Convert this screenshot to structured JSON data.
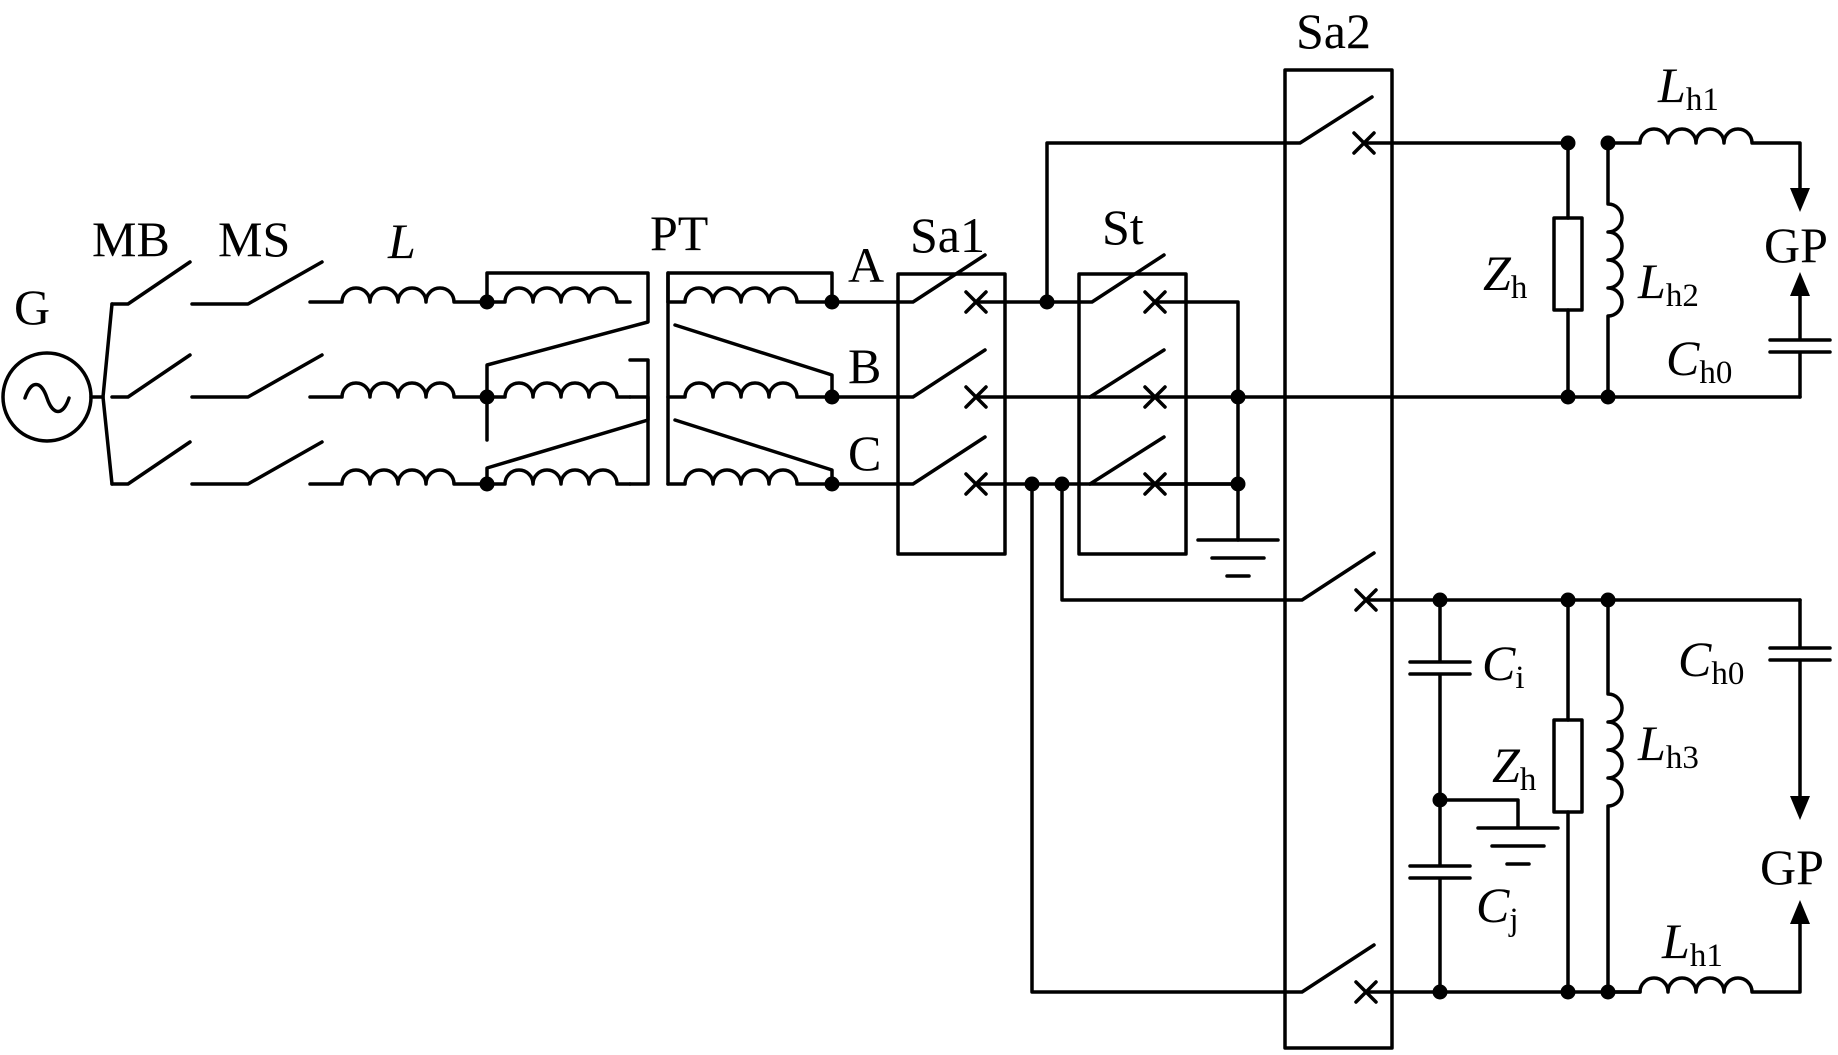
{
  "diagram": {
    "labels": {
      "generator": "G",
      "mb": "MB",
      "ms": "MS",
      "l": "L",
      "pt": "PT",
      "phase_a": "A",
      "phase_b": "B",
      "phase_c": "C",
      "sa1": "Sa1",
      "st": "St",
      "sa2": "Sa2"
    },
    "upper_branch": {
      "lh1": {
        "main": "L",
        "sub": "h1"
      },
      "zh": {
        "main": "Z",
        "sub": "h"
      },
      "lh2": {
        "main": "L",
        "sub": "h2"
      },
      "ch0": {
        "main": "C",
        "sub": "h0"
      },
      "gp": "GP"
    },
    "lower_branch": {
      "ci": {
        "main": "C",
        "sub": "i"
      },
      "cj": {
        "main": "C",
        "sub": "j"
      },
      "zh": {
        "main": "Z",
        "sub": "h"
      },
      "lh3": {
        "main": "L",
        "sub": "h3"
      },
      "ch0": {
        "main": "C",
        "sub": "h0"
      },
      "gp": "GP",
      "lh1": {
        "main": "L",
        "sub": "h1"
      }
    }
  }
}
